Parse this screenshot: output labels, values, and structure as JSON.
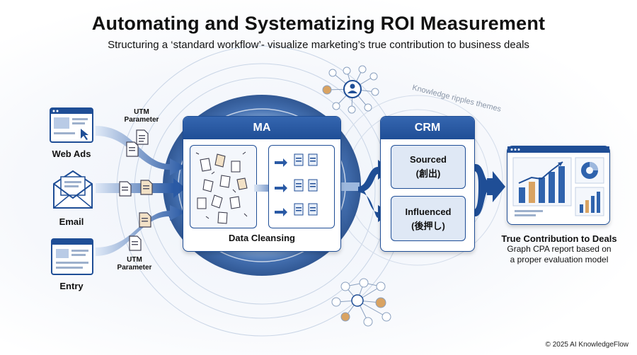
{
  "title": "Automating and Systematizing ROI Measurement",
  "subtitle": "Structuring a ‘standard workflow’- visualize marketing’s true contribution to business deals",
  "sources": [
    {
      "label": "Web Ads"
    },
    {
      "label": "Email"
    },
    {
      "label": "Entry"
    }
  ],
  "utm_labels": [
    "UTM\nParameter",
    "UTM\nParameter"
  ],
  "ma": {
    "title": "MA",
    "caption": "Data Cleansing"
  },
  "crm": {
    "title": "CRM",
    "boxes": [
      {
        "line1": "Sourced",
        "line2": "(創出)"
      },
      {
        "line1": "Influenced",
        "line2": "(後押し)"
      }
    ]
  },
  "outcome": {
    "title": "True Contribution to Deals",
    "line1": "Graph CPA report based on",
    "line2": "a proper evaluation model"
  },
  "ripple_text": "Knowledge ripples themes",
  "footer": "© 2025 AI KnowledgeFlow",
  "colors": {
    "primary": "#1f4e96",
    "light": "#dfe8f5",
    "arrow": "#2a5aa5"
  }
}
